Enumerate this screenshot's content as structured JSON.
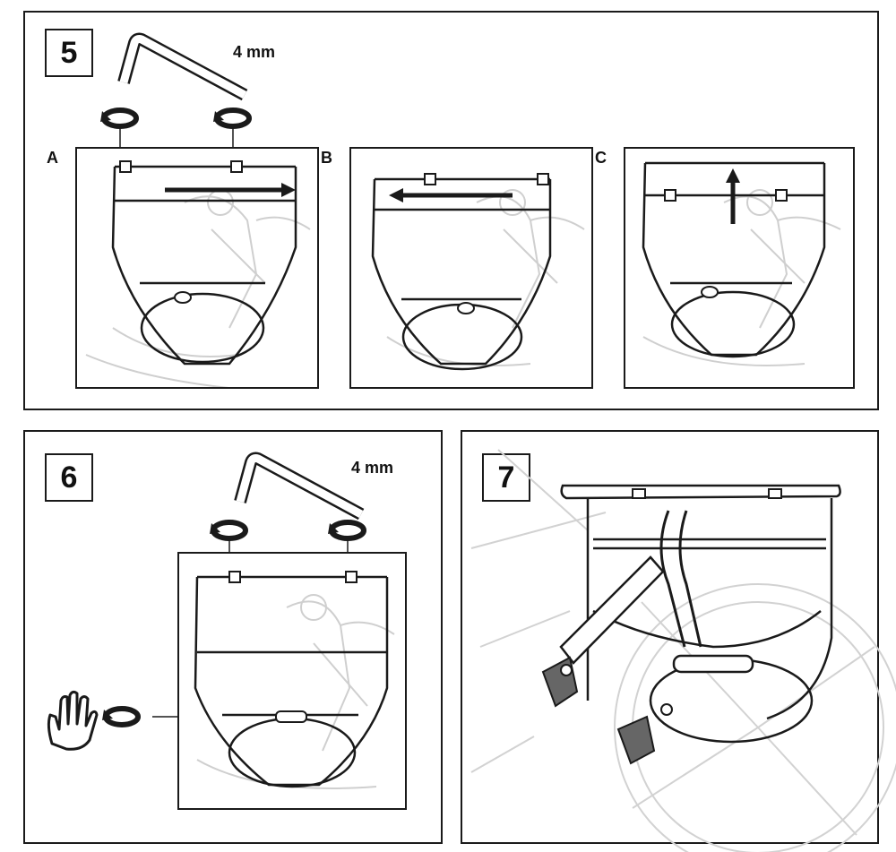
{
  "steps": [
    {
      "number": "5",
      "tool_size": "4 mm",
      "sub_labels": [
        "A",
        "B",
        "C"
      ]
    },
    {
      "number": "6",
      "tool_size": "4 mm"
    },
    {
      "number": "7"
    }
  ],
  "icons": {
    "hex_key": "allen-key-icon",
    "rotate": "rotate-arrow-icon",
    "hand": "hand-icon",
    "arrow": "direction-arrow-icon"
  },
  "colors": {
    "line": "#1a1a1a",
    "ghost": "#c8c8c8",
    "fill_dark": "#555555"
  }
}
